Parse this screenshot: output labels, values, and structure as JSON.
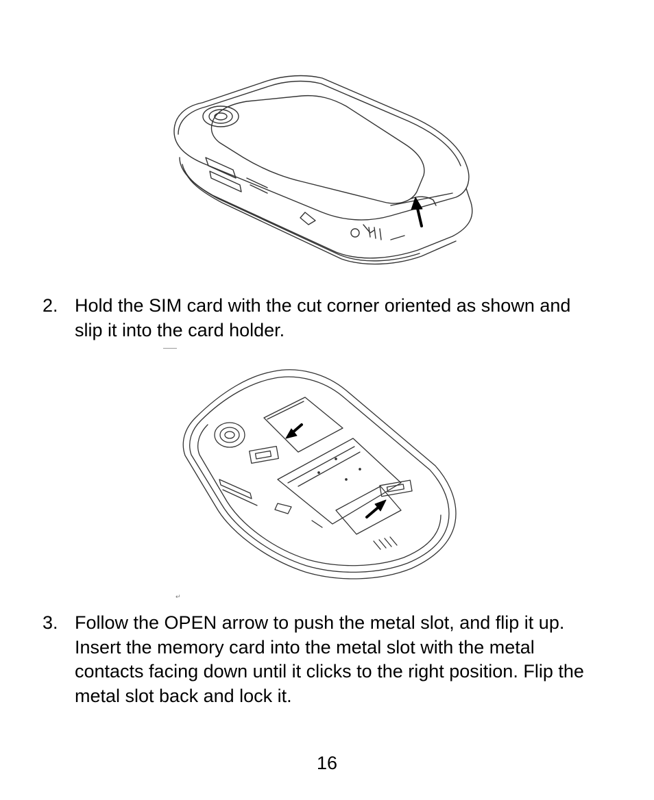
{
  "steps": [
    {
      "number": "2.",
      "text": "Hold the SIM card with the cut corner oriented as shown and slip it into the card holder."
    },
    {
      "number": "3.",
      "text": "Follow the OPEN arrow to push the metal slot, and flip it up. Insert the memory card into the metal slot with the metal contacts facing down until it clicks to the right position. Flip the metal slot back and lock it."
    }
  ],
  "page_number": "16",
  "paragraph_mark": "↵",
  "colors": {
    "line_art": "#333333",
    "arrow": "#000000",
    "text": "#000000"
  },
  "icons": [
    "phone-back-cover-illustration",
    "sim-card-insertion-illustration",
    "arrow-icon"
  ]
}
